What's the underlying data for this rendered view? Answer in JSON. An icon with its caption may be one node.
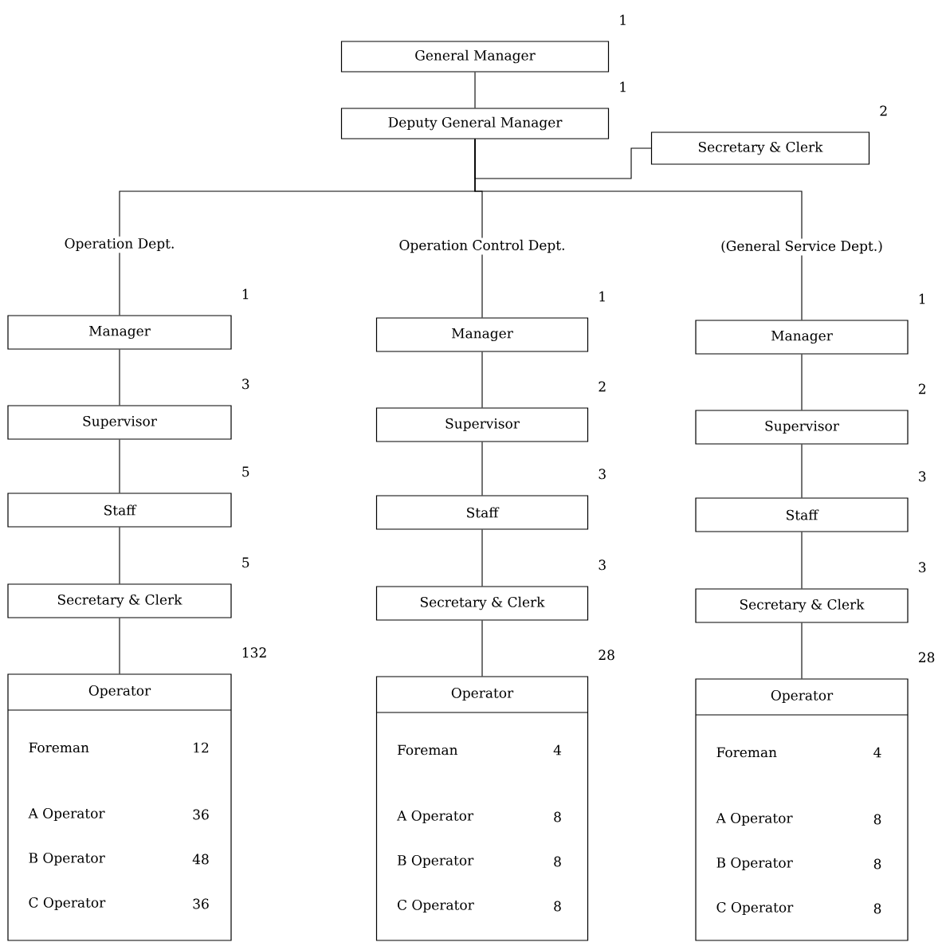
{
  "diagram": {
    "nodes": [
      {
        "text": [
          "General Manager"
        ],
        "beside": [
          "1"
        ]
      },
      {
        "text": [
          "Deputy General Manager"
        ],
        "beside": [
          "1"
        ]
      },
      {
        "text": [
          "Secretary & Clerk"
        ],
        "beside": [
          "2"
        ]
      },
      {
        "text": [
          "Operation Dept."
        ]
      },
      {
        "text": [
          "Operation Control Dept."
        ]
      },
      {
        "text": [
          "(General Service Dept.)"
        ]
      },
      {
        "text": [
          "Manager"
        ],
        "beside": [
          "1"
        ]
      },
      {
        "text": [
          "Supervisor"
        ],
        "beside": [
          "3"
        ]
      },
      {
        "text": [
          "Staff"
        ],
        "beside": [
          "5"
        ]
      },
      {
        "text": [
          "Secretary & Clerk"
        ],
        "beside": [
          "5"
        ]
      },
      {
        "text": [
          "Operator",
          "Foreman",
          "12",
          "A Operator",
          "36",
          "B Operator",
          "48",
          "C Operator",
          "36"
        ],
        "beside": [
          "132"
        ]
      },
      {
        "text": [
          "Manager"
        ],
        "beside": [
          "1"
        ]
      },
      {
        "text": [
          "Supervisor"
        ],
        "beside": [
          "2"
        ]
      },
      {
        "text": [
          "Staff"
        ],
        "beside": [
          "3"
        ]
      },
      {
        "text": [
          "Secretary & Clerk"
        ],
        "beside": [
          "3"
        ]
      },
      {
        "text": [
          "Operator",
          "Foreman",
          "4",
          "A Operator",
          "8",
          "B Operator",
          "8",
          "C Operator",
          "8"
        ],
        "beside": [
          "28"
        ]
      },
      {
        "text": [
          "Manager"
        ],
        "beside": [
          "1"
        ]
      },
      {
        "text": [
          "Supervisor"
        ],
        "beside": [
          "2"
        ]
      },
      {
        "text": [
          "Staff"
        ],
        "beside": [
          "3"
        ]
      },
      {
        "text": [
          "Secretary & Clerk"
        ],
        "beside": [
          "3"
        ]
      },
      {
        "text": [
          "Operator",
          "Foreman",
          "4",
          "A Operator",
          "8",
          "B Operator",
          "8",
          "C Operator",
          "8"
        ],
        "beside": [
          "28"
        ]
      }
    ],
    "edges": [
      {
        "from": 0,
        "to": 1,
        "arrow": "none"
      },
      {
        "from": 1,
        "to": 2,
        "arrow": "none"
      },
      {
        "from": 1,
        "to": 3,
        "arrow": "none"
      },
      {
        "from": 1,
        "to": 4,
        "arrow": "none"
      },
      {
        "from": 1,
        "to": 5,
        "arrow": "none"
      },
      {
        "from": 3,
        "to": 6,
        "arrow": "none"
      },
      {
        "from": 6,
        "to": 7,
        "arrow": "none"
      },
      {
        "from": 7,
        "to": 8,
        "arrow": "none"
      },
      {
        "from": 8,
        "to": 9,
        "arrow": "none"
      },
      {
        "from": 9,
        "to": 10,
        "arrow": "none"
      },
      {
        "from": 4,
        "to": 11,
        "arrow": "none"
      },
      {
        "from": 11,
        "to": 12,
        "arrow": "none"
      },
      {
        "from": 12,
        "to": 13,
        "arrow": "none"
      },
      {
        "from": 13,
        "to": 14,
        "arrow": "none"
      },
      {
        "from": 14,
        "to": 15,
        "arrow": "none"
      },
      {
        "from": 5,
        "to": 16,
        "arrow": "none"
      },
      {
        "from": 16,
        "to": 17,
        "arrow": "none"
      },
      {
        "from": 17,
        "to": 18,
        "arrow": "none"
      },
      {
        "from": 18,
        "to": 19,
        "arrow": "none"
      },
      {
        "from": 19,
        "to": 20,
        "arrow": "none"
      }
    ]
  }
}
